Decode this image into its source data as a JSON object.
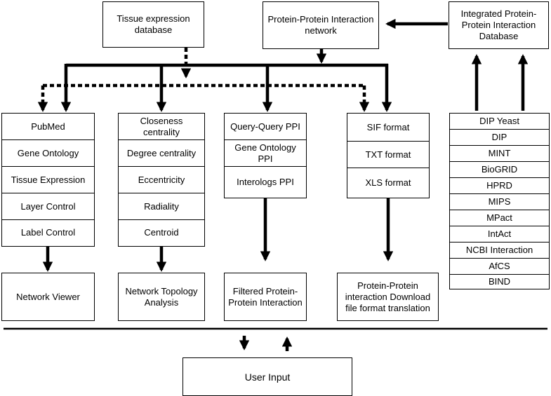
{
  "top": {
    "tissue_db": "Tissue expression database",
    "ppi_network": "Protein-Protein Interaction network",
    "integrated_db": "Integrated Protein-Protein Interaction Database"
  },
  "columns": {
    "viewer_options": [
      "PubMed",
      "Gene Ontology",
      "Tissue Expression",
      "Layer Control",
      "Label Control"
    ],
    "centrality": [
      "Closeness centrality",
      "Degree centrality",
      "Eccentricity",
      "Radiality",
      "Centroid"
    ],
    "ppi_filters": [
      "Query-Query PPI",
      "Gene Ontology PPI",
      "Interologs PPI"
    ],
    "formats": [
      "SIF format",
      "TXT format",
      "XLS format"
    ],
    "databases": [
      "DIP Yeast",
      "DIP",
      "MINT",
      "BioGRID",
      "HPRD",
      "MIPS",
      "MPact",
      "IntAct",
      "NCBI Interaction",
      "AfCS",
      "BIND"
    ]
  },
  "outputs": {
    "network_viewer": "Network Viewer",
    "topology": "Network Topology Analysis",
    "filtered": "Filtered Protein-Protein Interaction",
    "download": "Protein-Protein interaction Download file format translation"
  },
  "bottom": {
    "user_input": "User Input"
  }
}
